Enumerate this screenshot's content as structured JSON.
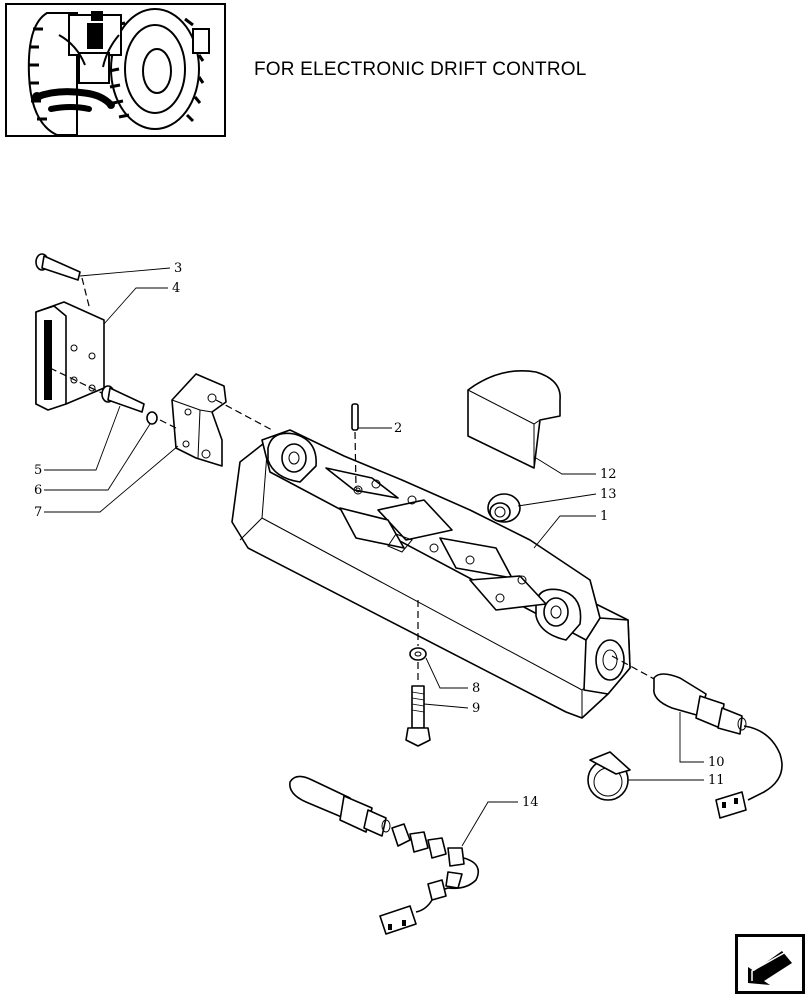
{
  "header": {
    "title": "FOR ELECTRONIC DRIFT CONTROL"
  },
  "callouts": [
    "1",
    "2",
    "3",
    "4",
    "5",
    "6",
    "7",
    "8",
    "9",
    "10",
    "11",
    "12",
    "13",
    "14"
  ],
  "icons": {
    "thumbnail": "tractor-rear-thumbnail-icon",
    "nav": "next-page-arrow-icon"
  }
}
